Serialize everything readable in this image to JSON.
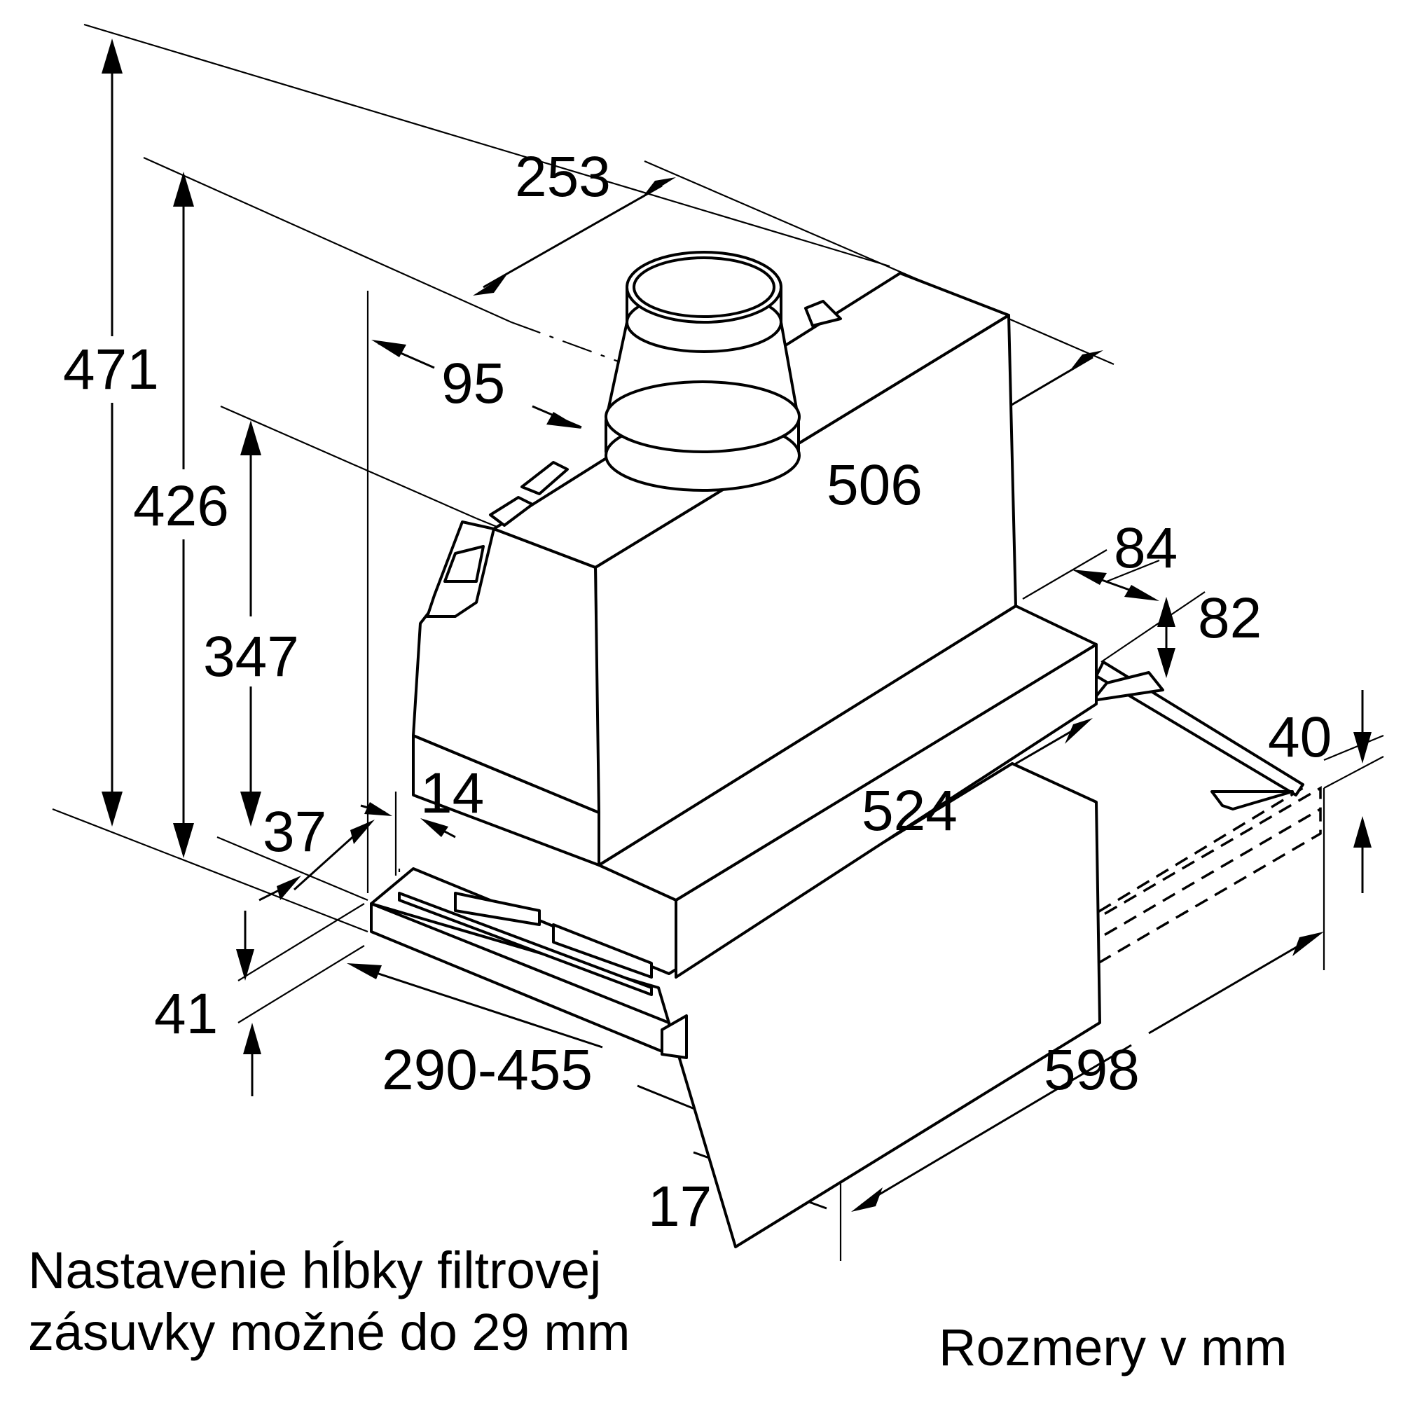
{
  "dimensions": {
    "d471": "471",
    "d426": "426",
    "d347": "347",
    "d253": "253",
    "d95": "95",
    "d506": "506",
    "d84": "84",
    "d82": "82",
    "d40": "40",
    "d524": "524",
    "d14": "14",
    "d37": "37",
    "d41": "41",
    "d290_455": "290-455",
    "d598": "598",
    "d17": "17"
  },
  "notes": {
    "depth_adjustment": [
      "Nastavenie hĺbky filtrovej",
      "zásuvky možné do 29 mm"
    ],
    "units": "Rozmery v mm"
  }
}
